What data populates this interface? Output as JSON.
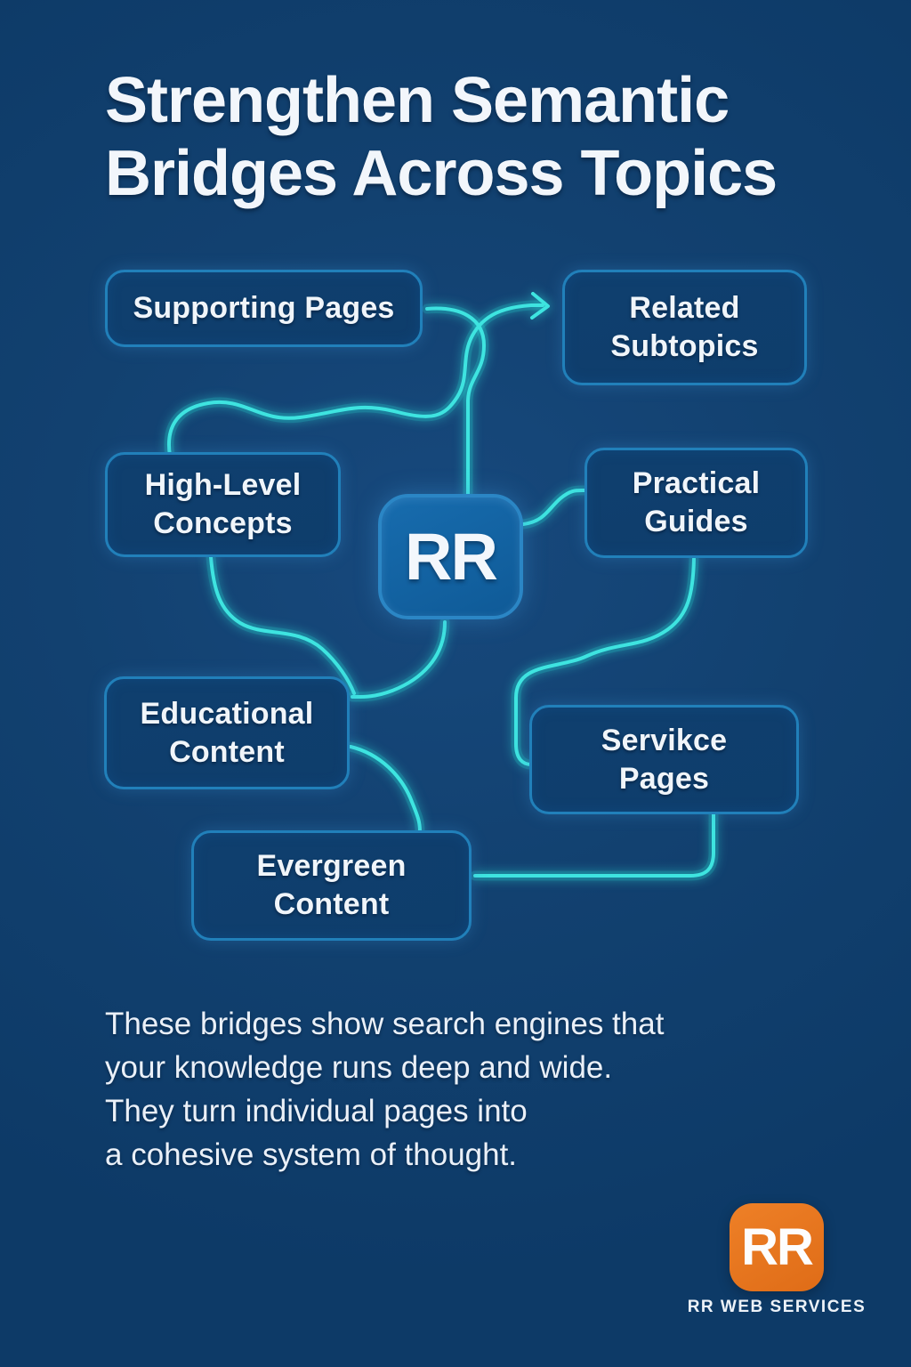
{
  "title": {
    "line1": "Strengthen Semantic",
    "line2": "Bridges Across Topics"
  },
  "diagram": {
    "center_node": {
      "label": "RR"
    },
    "nodes": [
      {
        "id": "supporting-pages",
        "label": "Supporting Pages"
      },
      {
        "id": "related-subtopics",
        "label": "Related\nSubtopics"
      },
      {
        "id": "high-level-concepts",
        "label": "High-Level\nConcepts"
      },
      {
        "id": "practical-guides",
        "label": "Practical\nGuides"
      },
      {
        "id": "educational-content",
        "label": "Educational\nContent"
      },
      {
        "id": "service-pages",
        "label": "Servikce\nPages"
      },
      {
        "id": "evergreen-content",
        "label": "Evergreen\nContent"
      }
    ],
    "connections": [
      {
        "from": "Supporting Pages",
        "to": "RR",
        "arrow": false
      },
      {
        "from": "High-Level Concepts",
        "to": "Related Subtopics",
        "arrow": true
      },
      {
        "from": "RR",
        "to": "Practical Guides",
        "arrow": false
      },
      {
        "from": "Practical Guides",
        "to": "Servikce Pages",
        "arrow": false
      },
      {
        "from": "Servikce Pages",
        "to": "Evergreen Content",
        "arrow": false
      },
      {
        "from": "RR",
        "to": "Educational Content",
        "arrow": false
      },
      {
        "from": "High-Level Concepts",
        "to": "Educational Content",
        "arrow": false
      },
      {
        "from": "Educational Content",
        "to": "Evergreen Content",
        "arrow": false
      }
    ]
  },
  "body": {
    "lines": [
      "These bridges show search engines that",
      "your knowledge runs deep and wide.",
      "They turn individual pages into",
      "a cohesive system of thought."
    ]
  },
  "footer": {
    "logo_monogram": "RR",
    "brand_name": "RR WEB SERVICES"
  },
  "colors": {
    "background": "#0d3a67",
    "connector": "#3ee4e0",
    "box_border": "#2180ba",
    "box_fill": "#0f3f6e",
    "center_node_fill": "#10609f",
    "logo_orange": "#e8721f",
    "text": "#f0f5fa"
  }
}
